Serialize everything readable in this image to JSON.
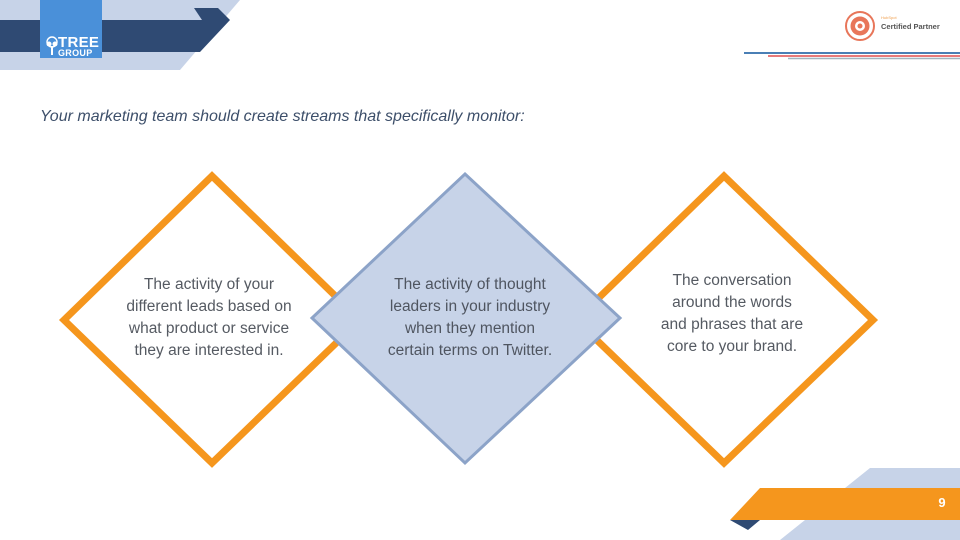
{
  "header": {
    "logo_line1": "TREE",
    "logo_line2": "GROUP",
    "partner_small": "HubSpot",
    "partner_label": "Certified Partner"
  },
  "intro": "Your marketing team should create streams that specifically monitor:",
  "diamonds": [
    {
      "text": "The activity of your different leads based on what product or service they are interested in."
    },
    {
      "text": "The activity of thought leaders in your industry when they mention certain terms on Twitter."
    },
    {
      "text": "The conversation around the words and phrases that are core to your brand."
    }
  ],
  "colors": {
    "orange": "#f5961d",
    "navy": "#2f4a73",
    "light_blue": "#c7d3e8",
    "logo_blue": "#4a90d9"
  },
  "icons": [
    "tree-icon",
    "hubspot-badge-icon"
  ],
  "footer": {
    "page_number": "9"
  }
}
